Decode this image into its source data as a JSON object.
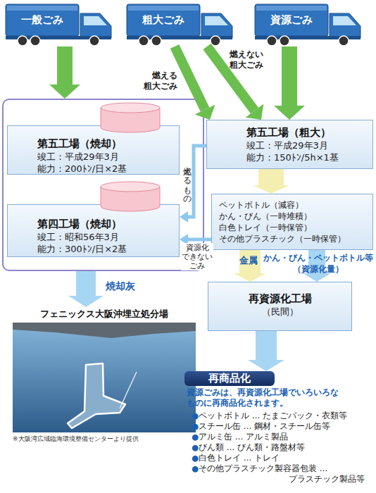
{
  "diagram": {
    "nodes": [
      {
        "text": [
          "一般ごみ"
        ]
      },
      {
        "text": [
          "粗大ごみ"
        ]
      },
      {
        "text": [
          "資源ごみ"
        ]
      },
      {
        "text": []
      },
      {
        "text": [
          "第五工場（焼却）",
          "竣工：平成29年3月",
          "能力：200ﾄﾝ/日×2基"
        ],
        "in": 3
      },
      {
        "text": [
          "第四工場（焼却）",
          "竣工：昭和56年3月",
          "能力：300ﾄﾝ/日×2基"
        ],
        "in": 3
      },
      {
        "text": [
          "第五工場（粗大）",
          "竣工：平成29年3月",
          "能力：150ﾄﾝ/5h×1基"
        ]
      },
      {
        "text": [
          "ペットボトル（減容）",
          "かん・びん（一時堆積）",
          "白色トレイ（一時保管）",
          "その他プラスチック（一時保管）"
        ]
      },
      {
        "text": [
          "再資源化工場",
          "（民間）"
        ]
      },
      {
        "text": [
          "フェニックス大阪沖埋立処分場"
        ]
      },
      {
        "text": [
          "再商品化"
        ]
      }
    ],
    "edges": [
      {
        "from": 0,
        "to": 3,
        "arrow": "to"
      },
      {
        "from": 1,
        "to": 6,
        "label": "燃える 粗大ごみ",
        "arrow": "to"
      },
      {
        "from": 1,
        "to": 6,
        "label": "燃えない 粗大ごみ",
        "arrow": "to"
      },
      {
        "from": 2,
        "to": 6,
        "arrow": "to"
      },
      {
        "from": 6,
        "to": 7,
        "arrow": "to"
      },
      {
        "from": 6,
        "to": 5,
        "label": "燃えるもの",
        "arrow": "to"
      },
      {
        "from": 7,
        "to": 5,
        "label": "資源化 できない ごみ",
        "arrow": "to"
      },
      {
        "from": 7,
        "to": 8,
        "label": "金属",
        "arrow": "to"
      },
      {
        "from": 7,
        "to": 8,
        "label": "かん・びん・ペットボトル等 （資源化量）",
        "arrow": "to"
      },
      {
        "from": 3,
        "to": 9,
        "label": "焼却灰",
        "arrow": "to"
      },
      {
        "from": 8,
        "to": 10,
        "arrow": "to"
      }
    ],
    "labels": [
      "※大阪湾広域臨海環境整備センターより提供",
      "資源ごみは、再資源化工場でいろいろな ものに再商品化されます。",
      "●ペットボトル … たまごパック・衣類等",
      "●スチール缶 … 鋼材・スチール缶等",
      "●アルミ缶 … アルミ製品",
      "●びん類 … びん類・路盤材等",
      "●白色トレイ … トレイ",
      "●その他プラスチック製容器包装 … プラスチック製品等"
    ]
  }
}
